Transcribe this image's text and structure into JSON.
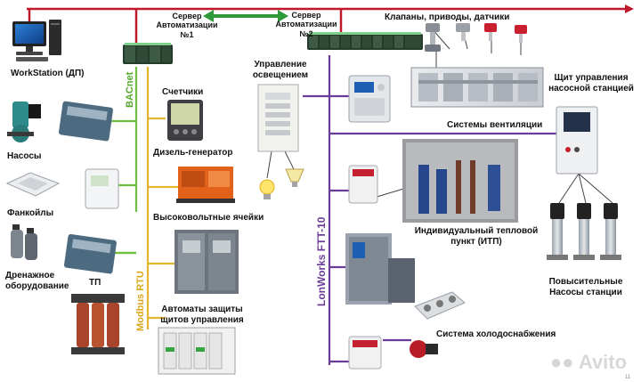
{
  "labels": {
    "workstation": "WorkStation (ДП)",
    "server1_line1": "Сервер",
    "server1_line2": "Автоматизации",
    "server1_line3": "№1",
    "server2_line1": "Сервер",
    "server2_line2": "Автоматизации",
    "server2_line3": "№2",
    "valves": "Клапаны, приводы, датчики",
    "pump_panel_line1": "Щит управления",
    "pump_panel_line2": "насосной станцией",
    "lighting_line1": "Управление",
    "lighting_line2": "освещением",
    "meters": "Счетчики",
    "pumps": "Насосы",
    "diesel": "Дизель-генератор",
    "ventilation": "Системы вентиляции",
    "fancoils": "Фанкойлы",
    "hv_cells": "Высоковольтные ячейки",
    "itp_line1": "Индивидуальный тепловой",
    "itp_line2": "пункт (ИТП)",
    "drainage_line1": "Дренажное",
    "drainage_line2": "оборудование",
    "tp": "ТП",
    "booster_line1": "Повысительные",
    "booster_line2": "Насосы станции",
    "breakers_line1": "Автоматы защиты",
    "breakers_line2": "щитов управления",
    "cooling": "Система холодоснабжения",
    "watermark": "Avito",
    "page_no": "11"
  },
  "buses": {
    "bacnet": "BACnet",
    "modbus": "Modbus RTU",
    "lonworks": "LonWorks FTT-10"
  },
  "colors": {
    "ethernet": "#c0182a",
    "bacnet": "#6fbf3f",
    "modbus": "#e3b52e",
    "lonworks": "#6b3d9a",
    "link_arrow": "#2e9a3a"
  },
  "icons": [
    "workstation-icon",
    "server-controller-icon",
    "pump-icon",
    "fancoil-icon",
    "thermostat-icon",
    "drainage-pump-icon",
    "transformer-icon",
    "energy-meter-icon",
    "diesel-generator-icon",
    "hv-switchgear-icon",
    "circuit-breaker-icon",
    "lighting-panel-icon",
    "light-bulb-icon",
    "frequency-drive-icon",
    "valve-actuator-icon",
    "air-handling-unit-icon",
    "pump-control-panel-icon",
    "booster-pump-icon",
    "heating-substation-icon",
    "chiller-icon",
    "io-module-icon",
    "drycooler-icon"
  ]
}
